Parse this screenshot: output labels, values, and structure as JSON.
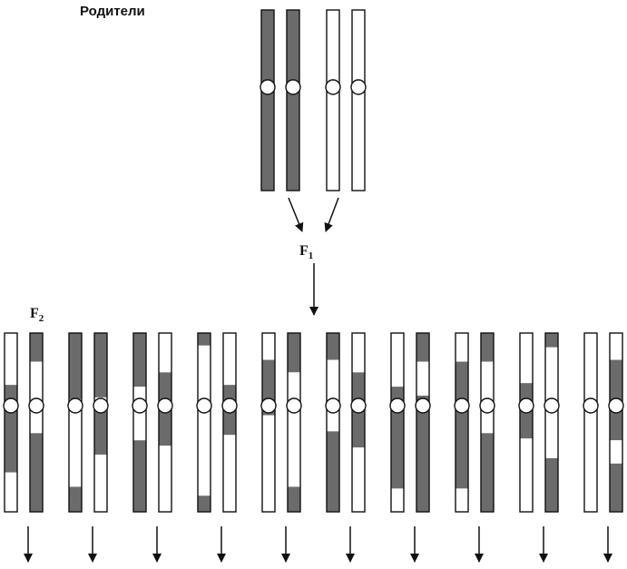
{
  "labels": {
    "parents": "Родители",
    "f1_main": "F",
    "f1_sub": "1",
    "f2_main": "F",
    "f2_sub": "2"
  },
  "colors": {
    "dark": "#6b6b6b",
    "light": "#ffffff",
    "outline": "#111111"
  },
  "parents": [
    {
      "segments": [
        [
          "dark",
          1.0
        ]
      ]
    },
    {
      "segments": [
        [
          "dark",
          1.0
        ]
      ]
    },
    {
      "segments": [
        [
          "light",
          1.0
        ]
      ]
    },
    {
      "segments": [
        [
          "light",
          1.0
        ]
      ]
    }
  ],
  "f2_pairs": [
    [
      {
        "segments": [
          [
            "light",
            0.29
          ],
          [
            "dark",
            0.49
          ],
          [
            "light",
            0.22
          ]
        ]
      },
      {
        "segments": [
          [
            "dark",
            0.16
          ],
          [
            "light",
            0.4
          ],
          [
            "dark",
            0.44
          ]
        ]
      }
    ],
    [
      {
        "segments": [
          [
            "dark",
            0.37
          ],
          [
            "light",
            0.49
          ],
          [
            "dark",
            0.14
          ]
        ]
      },
      {
        "segments": [
          [
            "dark",
            0.36
          ],
          [
            "light",
            0.08
          ],
          [
            "dark",
            0.24
          ],
          [
            "light",
            0.32
          ]
        ]
      }
    ],
    [
      {
        "segments": [
          [
            "dark",
            0.3
          ],
          [
            "light",
            0.3
          ],
          [
            "dark",
            0.4
          ]
        ]
      },
      {
        "segments": [
          [
            "light",
            0.22
          ],
          [
            "dark",
            0.41
          ],
          [
            "light",
            0.37
          ]
        ]
      }
    ],
    [
      {
        "segments": [
          [
            "dark",
            0.07
          ],
          [
            "light",
            0.84
          ],
          [
            "dark",
            0.09
          ]
        ]
      },
      {
        "segments": [
          [
            "light",
            0.29
          ],
          [
            "dark",
            0.28
          ],
          [
            "light",
            0.43
          ]
        ]
      }
    ],
    [
      {
        "segments": [
          [
            "light",
            0.15
          ],
          [
            "dark",
            0.31
          ],
          [
            "light",
            0.54
          ]
        ]
      },
      {
        "segments": [
          [
            "dark",
            0.22
          ],
          [
            "light",
            0.64
          ],
          [
            "dark",
            0.14
          ]
        ]
      }
    ],
    [
      {
        "segments": [
          [
            "dark",
            0.15
          ],
          [
            "light",
            0.4
          ],
          [
            "dark",
            0.45
          ]
        ]
      },
      {
        "segments": [
          [
            "light",
            0.22
          ],
          [
            "dark",
            0.42
          ],
          [
            "light",
            0.36
          ]
        ]
      }
    ],
    [
      {
        "segments": [
          [
            "light",
            0.3
          ],
          [
            "dark",
            0.57
          ],
          [
            "light",
            0.13
          ]
        ]
      },
      {
        "segments": [
          [
            "dark",
            0.16
          ],
          [
            "light",
            0.19
          ],
          [
            "dark",
            0.65
          ]
        ]
      }
    ],
    [
      {
        "segments": [
          [
            "light",
            0.16
          ],
          [
            "dark",
            0.71
          ],
          [
            "light",
            0.13
          ]
        ]
      },
      {
        "segments": [
          [
            "dark",
            0.16
          ],
          [
            "light",
            0.4
          ],
          [
            "dark",
            0.44
          ]
        ]
      }
    ],
    [
      {
        "segments": [
          [
            "light",
            0.28
          ],
          [
            "dark",
            0.31
          ],
          [
            "light",
            0.41
          ]
        ]
      },
      {
        "segments": [
          [
            "dark",
            0.08
          ],
          [
            "light",
            0.62
          ],
          [
            "dark",
            0.3
          ]
        ]
      }
    ],
    [
      {
        "segments": [
          [
            "light",
            1.0
          ]
        ]
      },
      {
        "segments": [
          [
            "light",
            0.15
          ],
          [
            "dark",
            0.45
          ],
          [
            "light",
            0.13
          ],
          [
            "dark",
            0.27
          ]
        ]
      }
    ]
  ]
}
